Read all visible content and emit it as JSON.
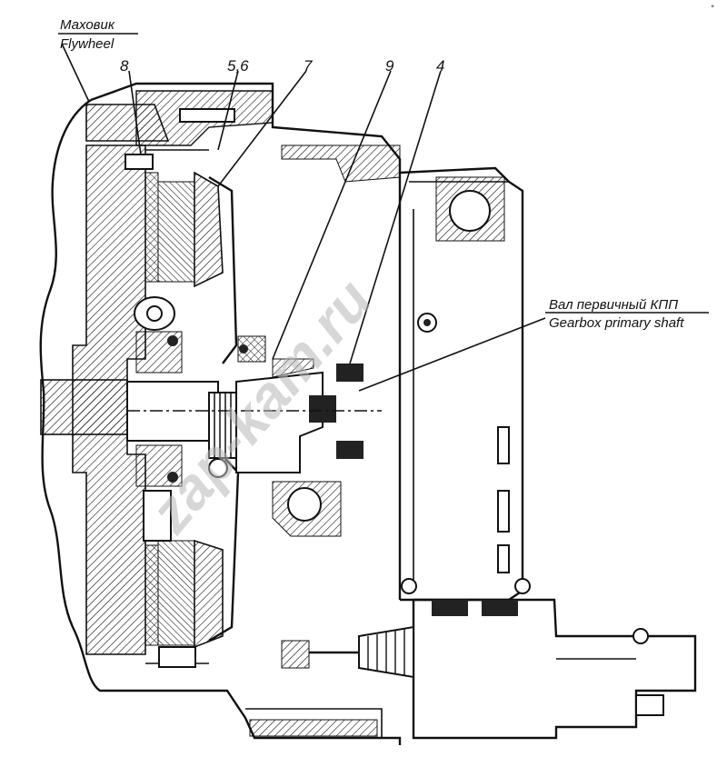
{
  "labels": {
    "flywheel_ru": "Маховик",
    "flywheel_en": "Flywheel",
    "part_8": "8",
    "part_5_6": "5,6",
    "part_7": "7",
    "part_9": "9",
    "part_4": "4",
    "shaft_ru": "Вал первичный КПП",
    "shaft_en": "Gearbox primary shaft",
    "corner_mark": "°"
  },
  "watermark": "zap-kam.ru",
  "colors": {
    "ink": "#111111",
    "paper": "#ffffff",
    "watermark": "#b7b7b7"
  }
}
